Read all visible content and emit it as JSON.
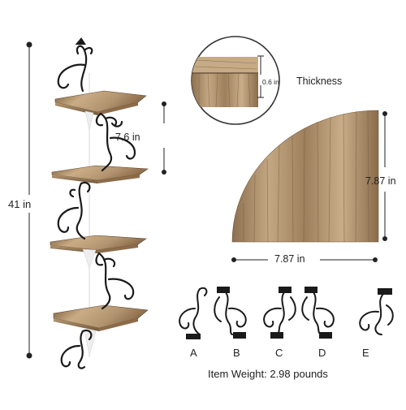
{
  "dimensions": {
    "total_height": "41 in",
    "shelf_spacing": "7.6 in",
    "thickness_value": "0.6 in",
    "thickness_label": "Thickness",
    "depth": "7.87 in",
    "width": "7.87 in"
  },
  "parts": [
    {
      "label": "A"
    },
    {
      "label": "B"
    },
    {
      "label": "C"
    },
    {
      "label": "D"
    },
    {
      "label": "E"
    }
  ],
  "weight": "Item Weight: 2.98 pounds",
  "colors": {
    "wood_light": "#c9ac85",
    "wood_mid": "#a98a63",
    "wood_dark": "#6e5438",
    "metal": "#1a1a1a",
    "dimension_line": "#222222"
  }
}
